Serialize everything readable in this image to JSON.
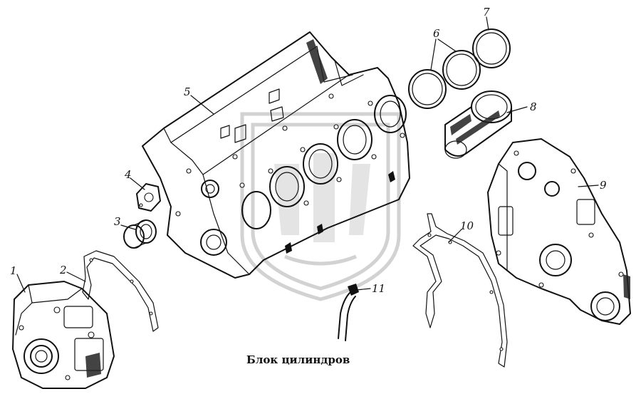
{
  "caption": "Блок цилиндров",
  "callouts": [
    {
      "id": "1",
      "label": "1"
    },
    {
      "id": "2",
      "label": "2"
    },
    {
      "id": "3",
      "label": "3"
    },
    {
      "id": "4",
      "label": "4"
    },
    {
      "id": "5",
      "label": "5"
    },
    {
      "id": "6",
      "label": "6"
    },
    {
      "id": "7",
      "label": "7"
    },
    {
      "id": "8",
      "label": "8"
    },
    {
      "id": "9",
      "label": "9"
    },
    {
      "id": "10",
      "label": "10"
    },
    {
      "id": "11",
      "label": "11"
    }
  ],
  "colors": {
    "ink": "#111111",
    "background": "#ffffff",
    "watermark": "#d2d2d2"
  }
}
